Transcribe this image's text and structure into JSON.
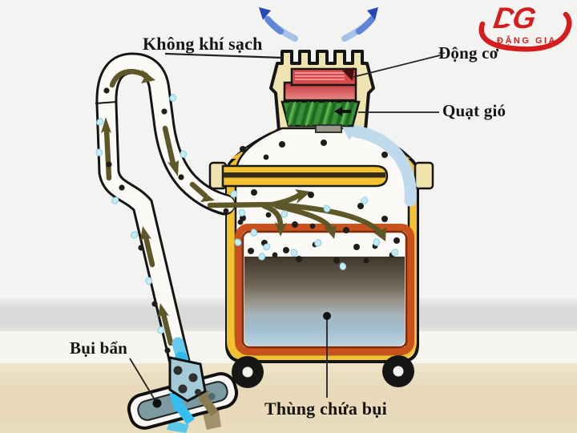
{
  "labels": {
    "clean_air": "Không khí sạch",
    "motor": "Động cơ",
    "fan": "Quạt gió",
    "dirt": "Bụi bẩn",
    "dust_container": "Thùng chứa bụi"
  },
  "logo": {
    "monogram": "DG",
    "name": "ĐẶNG GIA",
    "color": "#D41E1E"
  },
  "palette": {
    "body_yellow": "#F2C230",
    "body_cream": "#EFE3B0",
    "bucket_orange": "#C8511E",
    "motor_red": "#D84B4B",
    "fan_green": "#3A9038",
    "airflow_olive": "#5E5728",
    "exhaust_blue": "#2448B8",
    "water_blue": "#9CBACB",
    "droplet_blue": "#C6EBF4",
    "floor_tan": "#E9DCBD",
    "wall_grey": "#D9D9D7"
  },
  "diagram_type": "wet-vacuum-airflow"
}
